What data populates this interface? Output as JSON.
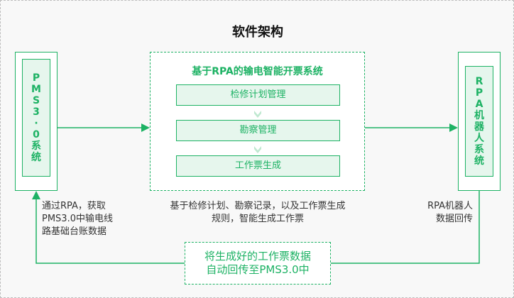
{
  "title": "软件架构",
  "left_system": {
    "label": "PMS3.0系统",
    "chars": [
      "P",
      "M",
      "S",
      "3",
      "·",
      "0",
      "系",
      "统"
    ]
  },
  "right_system": {
    "label": "RPA机器人系统",
    "chars": [
      "R",
      "P",
      "A",
      "机",
      "器",
      "人",
      "系",
      "统"
    ]
  },
  "center": {
    "title": "基于RPA的输电智能开票系统",
    "modules": [
      {
        "label": "检修计划管理"
      },
      {
        "label": "勘察管理"
      },
      {
        "label": "工作票生成"
      }
    ]
  },
  "captions": {
    "left": [
      "通过RPA，获取",
      "PMS3.0中输电线",
      "路基础台账数据"
    ],
    "center": [
      "基于检修计划、勘察记录，以及工作票生成",
      "规则，智能生成工作票"
    ],
    "right": [
      "RPA机器人",
      "数据回传"
    ]
  },
  "bottom_box": {
    "lines": [
      "将生成好的工作票数据",
      "自动回传至PMS3.0中"
    ]
  },
  "colors": {
    "accent": "#1db264",
    "accent_light": "#e6f6ed",
    "border_gray": "#bdbdbd",
    "background": "#f8f8f8"
  }
}
